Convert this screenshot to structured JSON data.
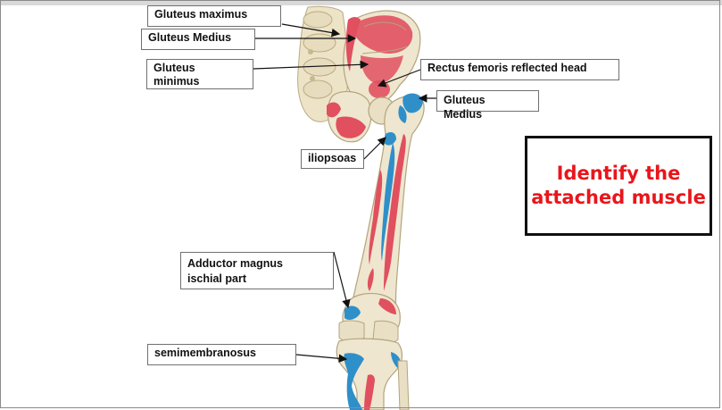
{
  "labels": {
    "gluteus_maximus": "Gluteus maximus",
    "gluteus_medius_pelvis": "Gluteus Medius",
    "gluteus_minimus": "Gluteus\nminimus",
    "rectus_femoris": "Rectus femoris reflected head",
    "gluteus_medius_femur": "Gluteus\nMedius",
    "iliopsoas": "iliopsoas",
    "adductor_magnus": "Adductor magnus\nischial part",
    "semimembranosus": "semimembranosus"
  },
  "callout": {
    "text": "Identify the\nattached muscle"
  },
  "colors": {
    "bone": "#efe6cf",
    "origin_red": "#e0505f",
    "insertion_blue": "#2f8fc9",
    "callout_red": "#e8161b"
  }
}
